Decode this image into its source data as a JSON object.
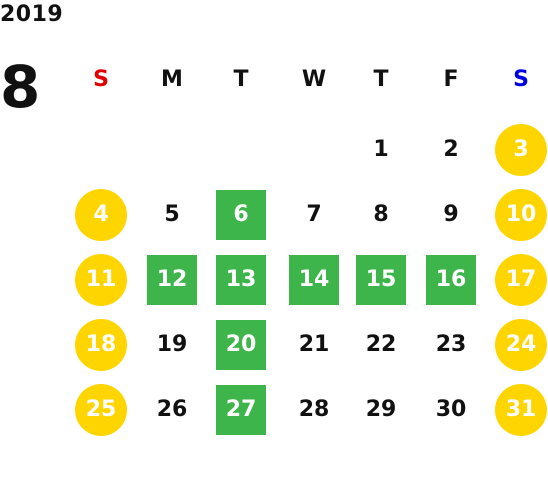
{
  "calendar": {
    "year": "2019",
    "month": "8",
    "weekday_headers": [
      {
        "label": "S",
        "color": "#e00000"
      },
      {
        "label": "M",
        "color": "#111111"
      },
      {
        "label": "T",
        "color": "#111111"
      },
      {
        "label": "W",
        "color": "#111111"
      },
      {
        "label": "T",
        "color": "#111111"
      },
      {
        "label": "F",
        "color": "#111111"
      },
      {
        "label": "S",
        "color": "#0000e0"
      }
    ],
    "weeks": [
      [
        null,
        null,
        null,
        null,
        {
          "day": "1",
          "style": "plain"
        },
        {
          "day": "2",
          "style": "plain"
        },
        {
          "day": "3",
          "style": "weekend"
        }
      ],
      [
        {
          "day": "4",
          "style": "weekend"
        },
        {
          "day": "5",
          "style": "plain"
        },
        {
          "day": "6",
          "style": "event"
        },
        {
          "day": "7",
          "style": "plain"
        },
        {
          "day": "8",
          "style": "plain"
        },
        {
          "day": "9",
          "style": "plain"
        },
        {
          "day": "10",
          "style": "weekend"
        }
      ],
      [
        {
          "day": "11",
          "style": "weekend"
        },
        {
          "day": "12",
          "style": "event"
        },
        {
          "day": "13",
          "style": "event"
        },
        {
          "day": "14",
          "style": "event"
        },
        {
          "day": "15",
          "style": "event"
        },
        {
          "day": "16",
          "style": "event"
        },
        {
          "day": "17",
          "style": "weekend"
        }
      ],
      [
        {
          "day": "18",
          "style": "weekend"
        },
        {
          "day": "19",
          "style": "plain"
        },
        {
          "day": "20",
          "style": "event"
        },
        {
          "day": "21",
          "style": "plain"
        },
        {
          "day": "22",
          "style": "plain"
        },
        {
          "day": "23",
          "style": "plain"
        },
        {
          "day": "24",
          "style": "weekend"
        }
      ],
      [
        {
          "day": "25",
          "style": "weekend"
        },
        {
          "day": "26",
          "style": "plain"
        },
        {
          "day": "27",
          "style": "event"
        },
        {
          "day": "28",
          "style": "plain"
        },
        {
          "day": "29",
          "style": "plain"
        },
        {
          "day": "30",
          "style": "plain"
        },
        {
          "day": "31",
          "style": "weekend"
        }
      ]
    ],
    "colors": {
      "weekend_fill": "#ffd500",
      "event_fill": "#3db54a",
      "sunday_header": "#e00000",
      "saturday_header": "#0000e0"
    }
  }
}
